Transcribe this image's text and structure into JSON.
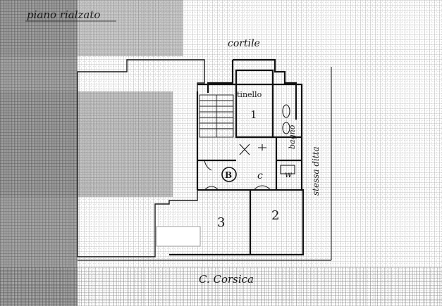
{
  "plan": {
    "floor_title": "piano rialzato",
    "courtyard_label": "cortile",
    "street_label": "C. Corsica",
    "neighbor_label": "stessa ditta",
    "rooms": {
      "annex_label": "tinello",
      "annex_number": "1",
      "bath_label": "bagno",
      "bath_letter": "w",
      "hall_letter": "B",
      "kitchen_letter": "c",
      "room_3": "3",
      "room_2": "2"
    },
    "ink_color": "#1a1a1a",
    "grid_color": "#8a8a8a"
  }
}
